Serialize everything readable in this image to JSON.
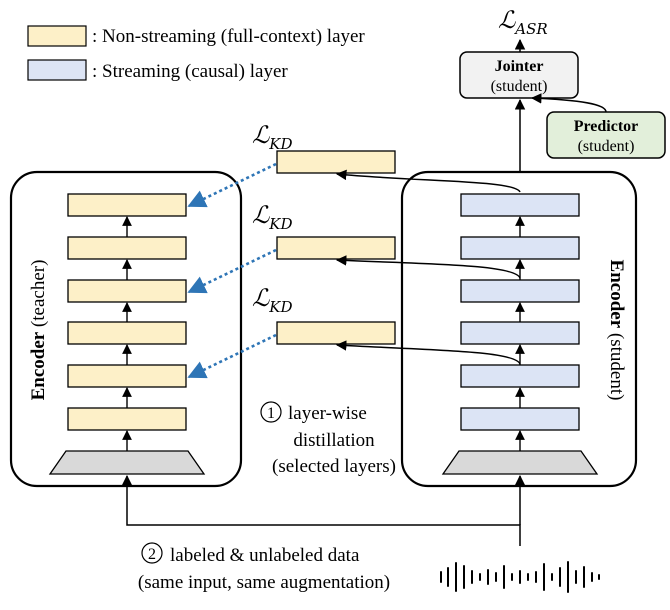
{
  "legend": {
    "non_streaming": ": Non-streaming (full-context) layer",
    "streaming": ": Streaming (causal) layer"
  },
  "loss": {
    "asr_symbol": "ℒ",
    "asr_sub": "ASR",
    "kd_symbol": "ℒ",
    "kd_sub": "KD"
  },
  "jointer": {
    "name": "Jointer",
    "role": "(student)"
  },
  "predictor": {
    "name": "Predictor",
    "role": "(student)"
  },
  "teacher": {
    "name": "Encoder",
    "role": " (teacher)"
  },
  "student": {
    "name": "Encoder",
    "role": " (student)"
  },
  "step1": {
    "marker": "1",
    "line1": "layer-wise",
    "line2": "distillation",
    "line3": "(selected layers)"
  },
  "step2": {
    "marker": "2",
    "line1": "labeled & unlabeled data",
    "line2": "(same input, same augmentation)"
  },
  "colors": {
    "teacher_layer": "#fdf0c8",
    "student_layer": "#dce4f5",
    "frontend": "#d9d9d9",
    "jointer": "#f2f2f2",
    "predictor": "#e2efda",
    "kd_arrow": "#2e75b6"
  }
}
